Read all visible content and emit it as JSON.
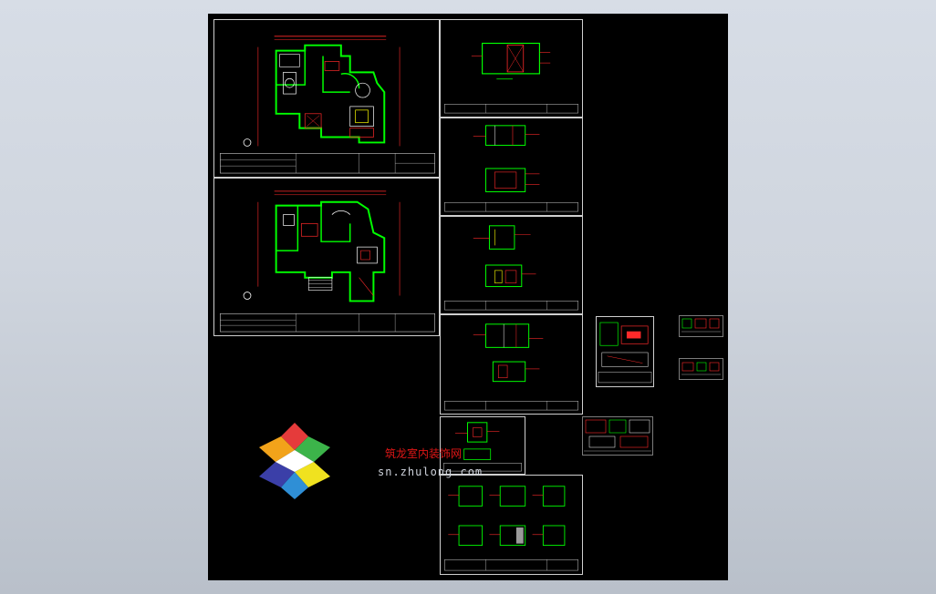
{
  "viewport": {
    "background": "#000000",
    "line_colors": {
      "wall": "#00ff00",
      "dim": "#ff2a2a",
      "furniture": "#ffffff",
      "frame": "#d0d0d0",
      "accent": "#ffff00",
      "blue": "#3aa0ff"
    }
  },
  "watermark": {
    "text_cn": "筑龙室内装饰网",
    "text_en": "sn.zhulong.com",
    "colors": [
      "#e53b3b",
      "#f2a31a",
      "#f0e21f",
      "#3cb44a",
      "#2f8fd6",
      "#3b3fa8"
    ]
  },
  "sheets": [
    {
      "id": "floor-plan-1",
      "kind": "floor plan"
    },
    {
      "id": "floor-plan-2",
      "kind": "floor plan"
    },
    {
      "id": "elevation-1",
      "kind": "elevation"
    },
    {
      "id": "elevation-2",
      "kind": "elevation"
    },
    {
      "id": "elevation-3",
      "kind": "elevation"
    },
    {
      "id": "elevation-4",
      "kind": "elevation"
    },
    {
      "id": "elevation-5",
      "kind": "elevation"
    },
    {
      "id": "elevation-6",
      "kind": "elevation"
    },
    {
      "id": "detail-1",
      "kind": "detail"
    },
    {
      "id": "detail-2",
      "kind": "detail"
    },
    {
      "id": "detail-3",
      "kind": "detail"
    },
    {
      "id": "detail-4",
      "kind": "detail"
    }
  ]
}
